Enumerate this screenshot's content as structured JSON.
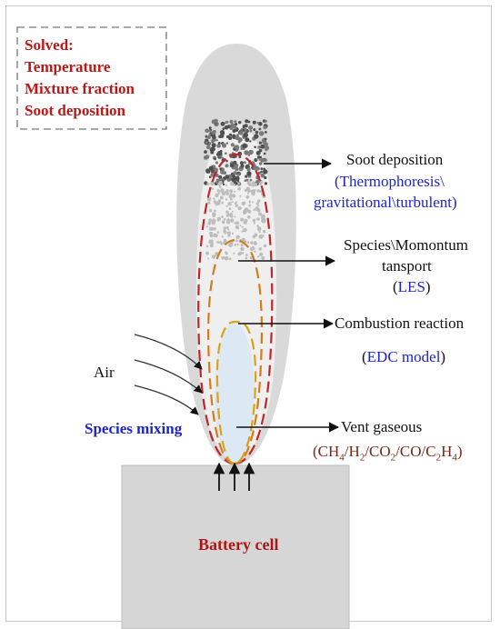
{
  "solved_box": {
    "lines": [
      "Solved:",
      "Temperature",
      "Mixture fraction",
      "Soot deposition"
    ]
  },
  "labels": {
    "soot_deposition": "Soot deposition",
    "soot_mechanisms_line1": "(Thermophoresis\\",
    "soot_mechanisms_line2": "gravitational\\turbulent)",
    "species_momentum_line1": "Species\\Momontum",
    "species_momentum_line2": "tansport",
    "les_open": "(",
    "les_model": "LES",
    "les_close": ")",
    "combustion_reaction": "Combustion reaction",
    "edc_open": "(",
    "edc_model": "EDC model",
    "edc_close": ")",
    "air": "Air",
    "species_mixing": "Species mixing",
    "vent_gaseous": "Vent gaseous",
    "battery_cell": "Battery cell"
  },
  "vent_gases": {
    "prefix": "(",
    "species": [
      {
        "base": "CH",
        "sub": "4"
      },
      {
        "base": "H",
        "sub": "2"
      },
      {
        "base": "CO",
        "sub": "2"
      },
      {
        "base": "CO",
        "sub": ""
      },
      {
        "base": "C",
        "sub": "2"
      },
      {
        "base": "H",
        "sub": "4"
      }
    ],
    "separator": "/",
    "suffix": ")"
  },
  "colors": {
    "flame_outer": "#d9d9d9",
    "flame_inner": "#f0f0f0",
    "core": "#dce9f5",
    "red_dash": "#c0262b",
    "orange_dash": "#d27d1c",
    "yellow_dash": "#d9a319",
    "battery": "#d6d6d6",
    "soot": "#5a5a5a"
  }
}
